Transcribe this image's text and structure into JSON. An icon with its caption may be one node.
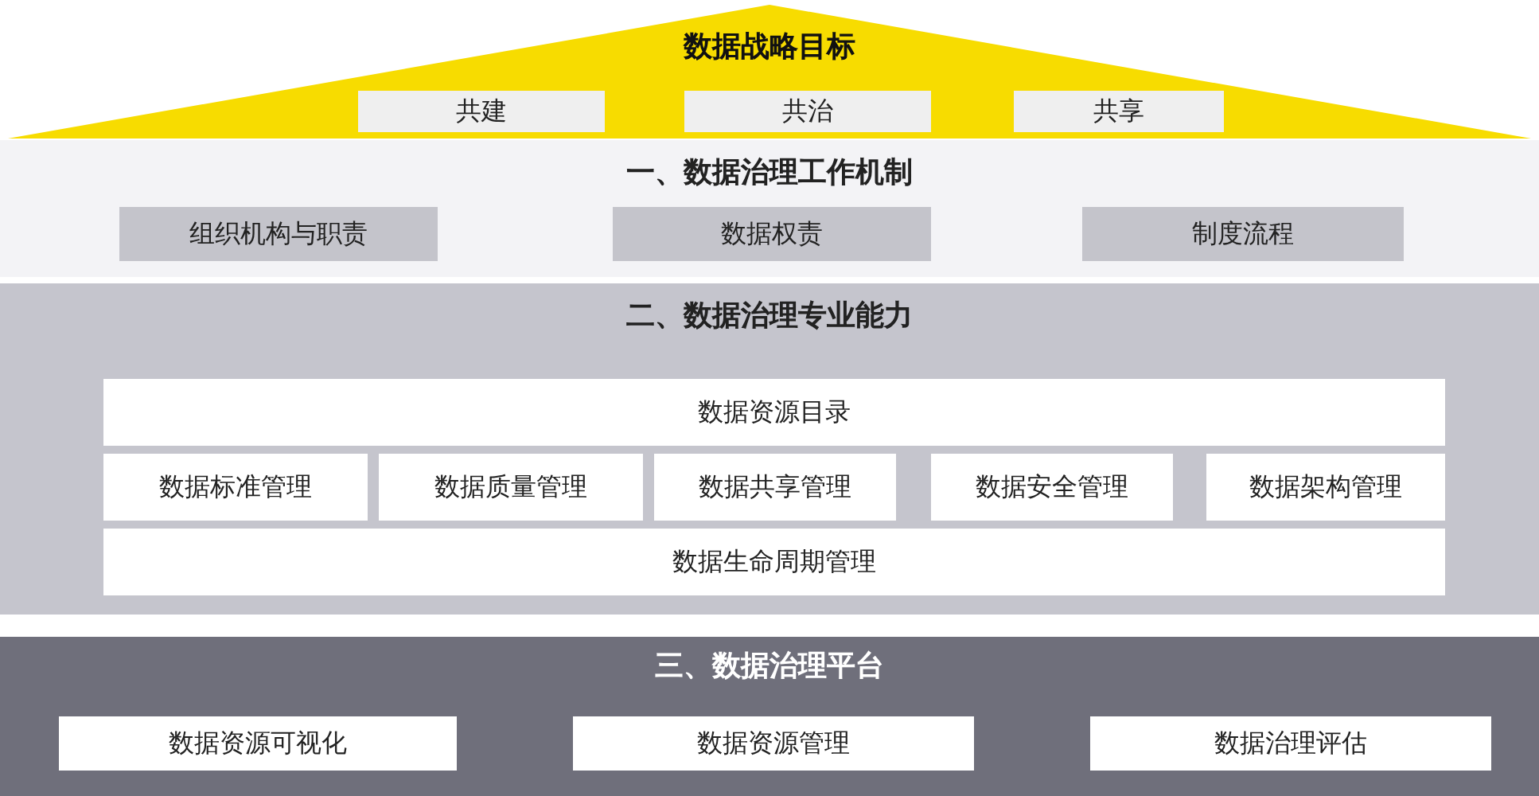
{
  "diagram": {
    "nodes": [
      {
        "text": [
          "数据战略目标"
        ]
      },
      {
        "text": [
          "共建"
        ],
        "in": 0
      },
      {
        "text": [
          "共治"
        ],
        "in": 0
      },
      {
        "text": [
          "共享"
        ],
        "in": 0
      },
      {
        "text": [
          "一、数据治理工作机制"
        ]
      },
      {
        "text": [
          "组织机构与职责"
        ],
        "in": 4
      },
      {
        "text": [
          "数据权责"
        ],
        "in": 4
      },
      {
        "text": [
          "制度流程"
        ],
        "in": 4
      },
      {
        "text": [
          "二、数据治理专业能力"
        ]
      },
      {
        "text": [
          "数据资源目录"
        ],
        "in": 8
      },
      {
        "text": [
          "数据标准管理"
        ],
        "in": 8
      },
      {
        "text": [
          "数据质量管理"
        ],
        "in": 8
      },
      {
        "text": [
          "数据共享管理"
        ],
        "in": 8
      },
      {
        "text": [
          "数据安全管理"
        ],
        "in": 8
      },
      {
        "text": [
          "数据架构管理"
        ],
        "in": 8
      },
      {
        "text": [
          "数据生命周期管理"
        ],
        "in": 8
      },
      {
        "text": [
          "三、数据治理平台"
        ]
      },
      {
        "text": [
          "数据资源可视化"
        ],
        "in": 16
      },
      {
        "text": [
          "数据资源管理"
        ],
        "in": 16
      },
      {
        "text": [
          "数据治理评估"
        ],
        "in": 16
      }
    ],
    "edges": []
  }
}
